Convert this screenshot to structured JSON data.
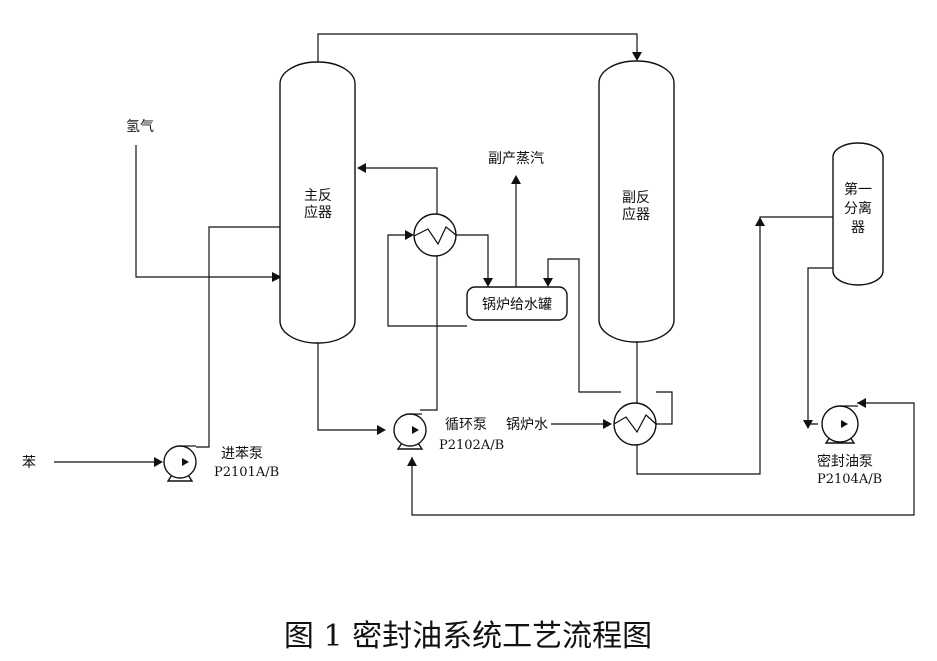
{
  "diagram": {
    "vessels": {
      "main_reactor": [
        "主反",
        "应器"
      ],
      "sub_reactor": [
        "副反",
        "应器"
      ],
      "separator": [
        "第一",
        "分离",
        "器"
      ],
      "boiler_tank": "锅炉给水罐"
    },
    "streams": {
      "hydrogen": "氢气",
      "benzene": "苯",
      "byproduct_steam": "副产蒸汽",
      "boiler_water": "锅炉水"
    },
    "pumps": {
      "feed_pump": {
        "name": "进苯泵",
        "tag": "P2101A/B"
      },
      "circulation_pump": {
        "name": "循环泵",
        "tag": "P2102A/B"
      },
      "seal_oil_pump": {
        "name": "密封油泵",
        "tag": "P2104A/B"
      }
    },
    "caption": "图 1 密封油系统工艺流程图"
  }
}
